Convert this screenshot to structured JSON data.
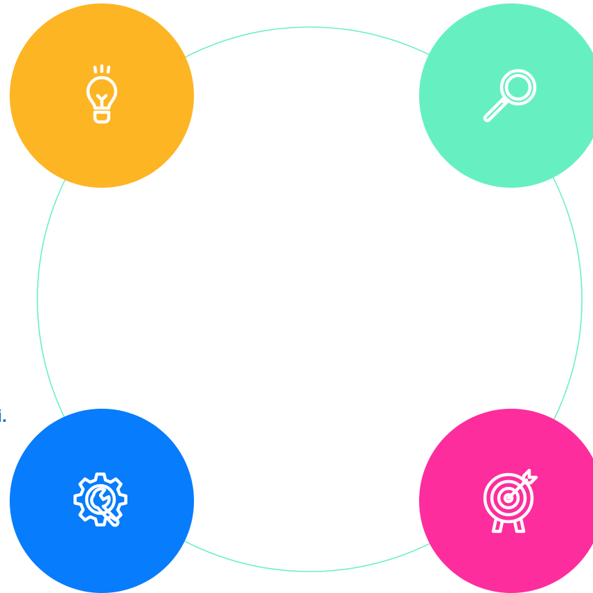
{
  "colors": {
    "ring": "#6bf0c0",
    "idea": "#fdb524",
    "search": "#66f0c2",
    "settings": "#077cfc",
    "target": "#fd2d9d",
    "icon_stroke": "#ffffff",
    "fragment_text": "#1674c9"
  },
  "nodes": [
    {
      "id": "idea",
      "icon": "lightbulb-icon"
    },
    {
      "id": "search",
      "icon": "magnifier-icon"
    },
    {
      "id": "settings",
      "icon": "gear-wrench-icon"
    },
    {
      "id": "target",
      "icon": "target-icon"
    }
  ],
  "fragment_text": "i."
}
